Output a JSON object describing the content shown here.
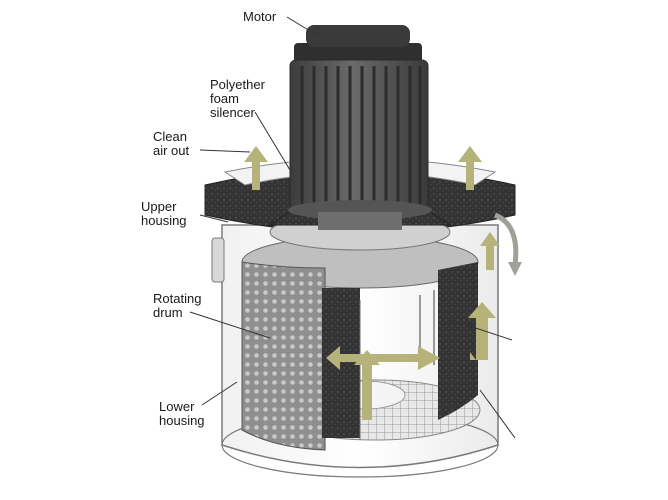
{
  "labels": {
    "motor": "Motor",
    "silencer": [
      "Polyether",
      "foam",
      "silencer"
    ],
    "clean_air": [
      "Clean",
      "air out"
    ],
    "upper_housing": [
      "Upper",
      "housing"
    ],
    "rotating_drum": [
      "Rotating",
      "drum"
    ],
    "lower_housing": [
      "Lower",
      "housing"
    ]
  },
  "colors": {
    "airflow_arrow": "#b5b37a",
    "foam": "#3a3a3a",
    "motor": "#4a4a4a",
    "drum": "#8c8c8c",
    "housing_outline": "#7a7a7a"
  },
  "icons": {
    "airflow": "arrow-icon",
    "leader": "leader-line"
  }
}
